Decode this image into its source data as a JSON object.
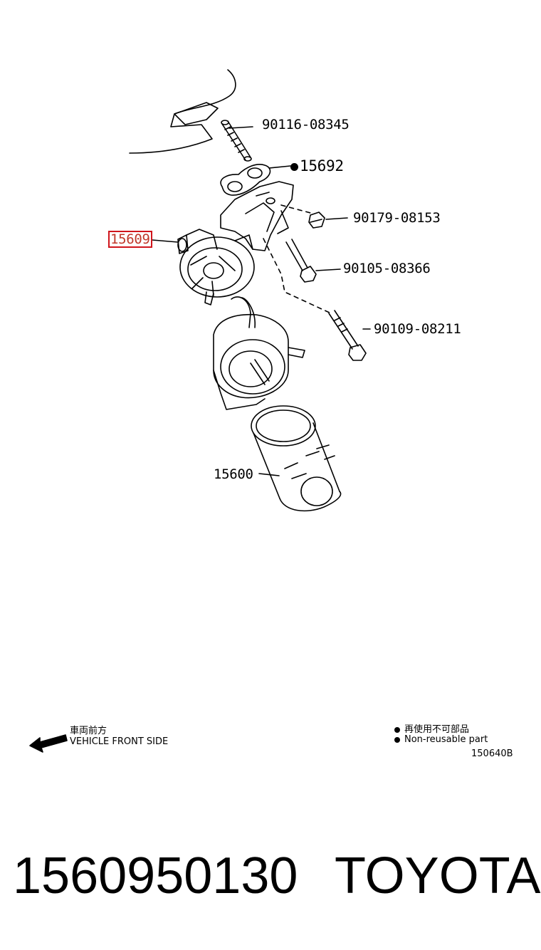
{
  "parts": {
    "p1": "90116-08345",
    "p2": "15692",
    "p3": "90179-08153",
    "p4": "15609",
    "p5": "90105-08366",
    "p6": "90109-08211",
    "p7": "15600"
  },
  "legend": {
    "front_jp": "車両前方",
    "front_en": "VEHICLE FRONT SIDE",
    "nonreuse_jp": "再使用不可部品",
    "nonreuse_en": "Non-reusable part",
    "code": "150640B"
  },
  "footer": {
    "part_number": "1560950130",
    "brand": "TOYOTA"
  },
  "colors": {
    "highlight": "#d0151c",
    "line": "#000000"
  },
  "icons": {
    "front_arrow": "arrow-left-icon",
    "bullet": "filled-circle-icon"
  }
}
